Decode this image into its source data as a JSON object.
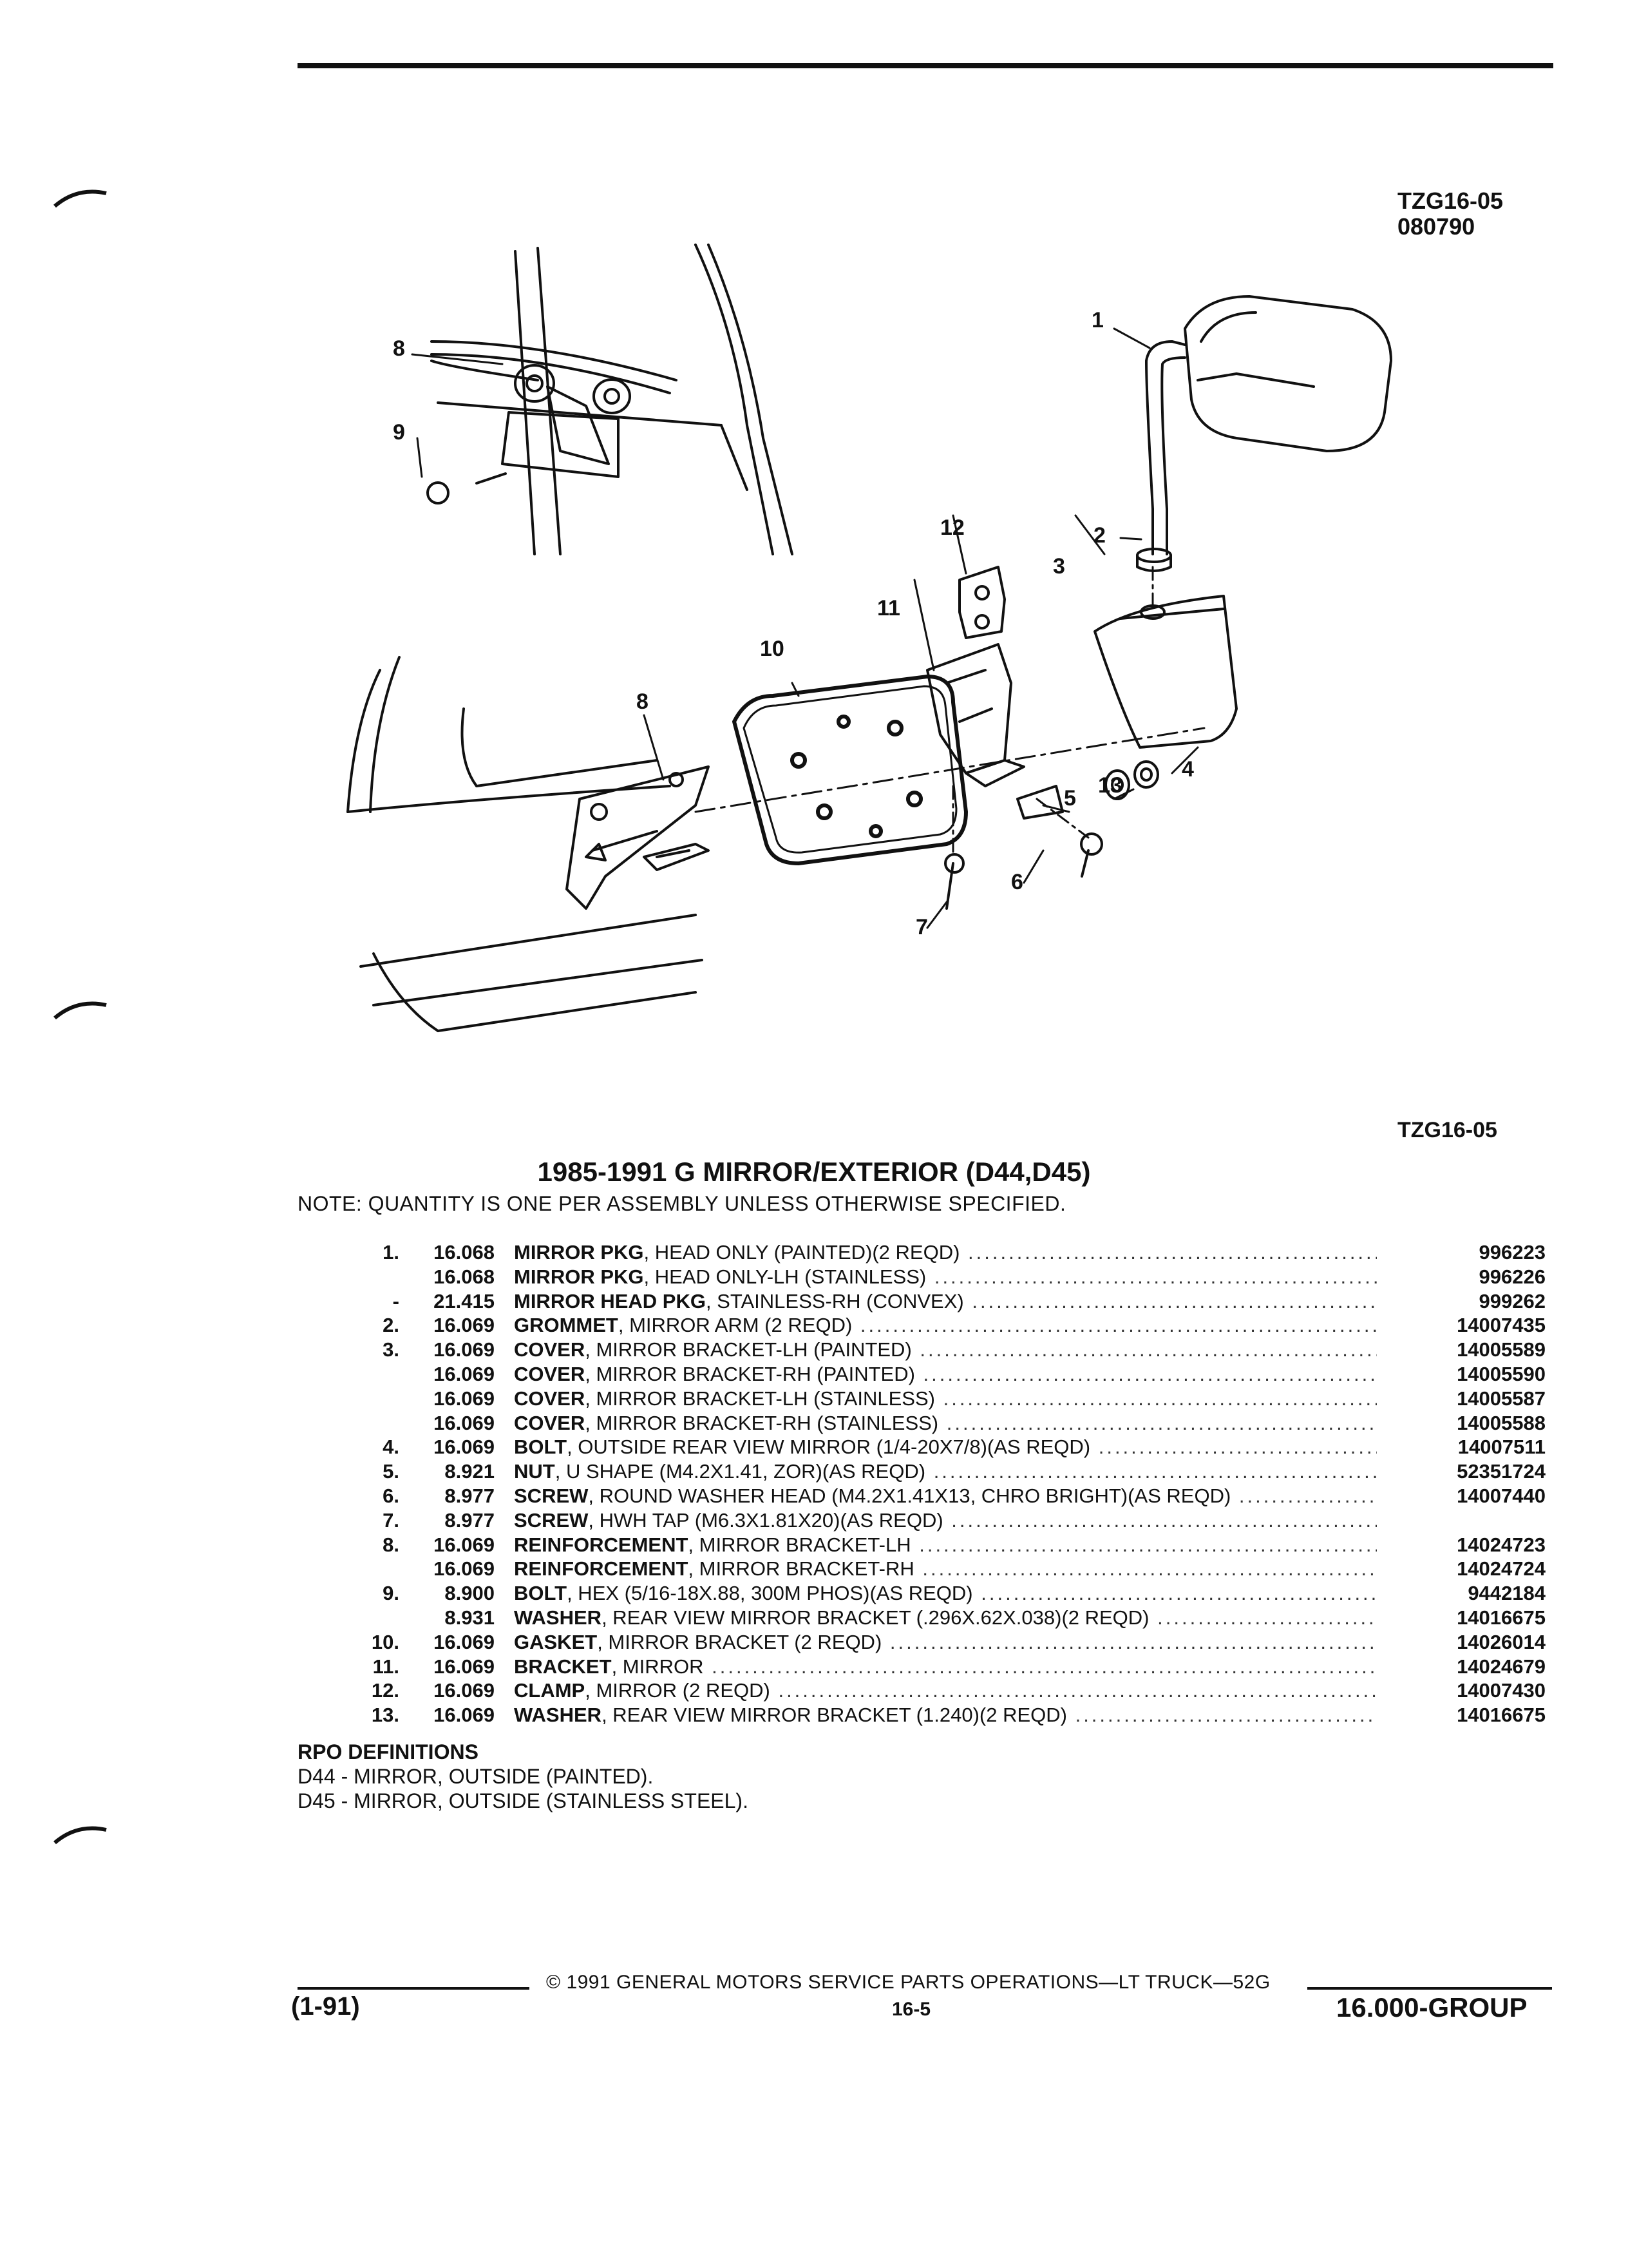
{
  "header": {
    "code": "TZG16-05",
    "date_code": "080790"
  },
  "figure": {
    "code": "TZG16-05",
    "callouts": [
      "1",
      "2",
      "3",
      "4",
      "5",
      "6",
      "7",
      "8",
      "9",
      "10",
      "11",
      "12",
      "13",
      "8"
    ]
  },
  "title": "1985-1991 G MIRROR/EXTERIOR (D44,D45)",
  "note": "NOTE:  QUANTITY IS ONE PER ASSEMBLY UNLESS OTHERWISE SPECIFIED.",
  "parts": [
    {
      "idx": "1.",
      "grp": "16.068",
      "name": "MIRROR PKG",
      "detail": ", HEAD ONLY (PAINTED)(2 REQD)",
      "pn": "996223"
    },
    {
      "idx": "",
      "grp": "16.068",
      "name": "MIRROR PKG",
      "detail": ", HEAD ONLY-LH (STAINLESS)",
      "pn": "996226"
    },
    {
      "idx": "-",
      "grp": "21.415",
      "name": "MIRROR HEAD PKG",
      "detail": ", STAINLESS-RH (CONVEX)",
      "pn": "999262"
    },
    {
      "idx": "2.",
      "grp": "16.069",
      "name": "GROMMET",
      "detail": ", MIRROR ARM (2 REQD)",
      "pn": "14007435"
    },
    {
      "idx": "3.",
      "grp": "16.069",
      "name": "COVER",
      "detail": ", MIRROR BRACKET-LH (PAINTED)",
      "pn": "14005589"
    },
    {
      "idx": "",
      "grp": "16.069",
      "name": "COVER",
      "detail": ", MIRROR BRACKET-RH (PAINTED)",
      "pn": "14005590"
    },
    {
      "idx": "",
      "grp": "16.069",
      "name": "COVER",
      "detail": ", MIRROR BRACKET-LH (STAINLESS)",
      "pn": "14005587"
    },
    {
      "idx": "",
      "grp": "16.069",
      "name": "COVER",
      "detail": ", MIRROR BRACKET-RH (STAINLESS)",
      "pn": "14005588"
    },
    {
      "idx": "4.",
      "grp": "16.069",
      "name": "BOLT",
      "detail": ", OUTSIDE REAR VIEW MIRROR (1/4-20X7/8)(AS REQD)",
      "pn": "14007511"
    },
    {
      "idx": "5.",
      "grp": "8.921",
      "name": "NUT",
      "detail": ", U SHAPE (M4.2X1.41, ZOR)(AS REQD)",
      "pn": "52351724"
    },
    {
      "idx": "6.",
      "grp": "8.977",
      "name": "SCREW",
      "detail": ", ROUND WASHER HEAD (M4.2X1.41X13, CHRO BRIGHT)(AS REQD)",
      "pn": "14007440"
    },
    {
      "idx": "7.",
      "grp": "8.977",
      "name": "SCREW",
      "detail": ", HWH TAP (M6.3X1.81X20)(AS REQD)",
      "pn": ""
    },
    {
      "idx": "8.",
      "grp": "16.069",
      "name": "REINFORCEMENT",
      "detail": ", MIRROR BRACKET-LH",
      "pn": "14024723"
    },
    {
      "idx": "",
      "grp": "16.069",
      "name": "REINFORCEMENT",
      "detail": ", MIRROR BRACKET-RH",
      "pn": "14024724"
    },
    {
      "idx": "9.",
      "grp": "8.900",
      "name": "BOLT",
      "detail": ", HEX (5/16-18X.88, 300M PHOS)(AS REQD)",
      "pn": "9442184"
    },
    {
      "idx": "",
      "grp": "8.931",
      "name": "WASHER",
      "detail": ", REAR VIEW MIRROR BRACKET (.296X.62X.038)(2 REQD)",
      "pn": "14016675"
    },
    {
      "idx": "10.",
      "grp": "16.069",
      "name": "GASKET",
      "detail": ", MIRROR BRACKET (2 REQD)",
      "pn": "14026014"
    },
    {
      "idx": "11.",
      "grp": "16.069",
      "name": "BRACKET",
      "detail": ", MIRROR",
      "pn": "14024679"
    },
    {
      "idx": "12.",
      "grp": "16.069",
      "name": "CLAMP",
      "detail": ", MIRROR (2 REQD)",
      "pn": "14007430"
    },
    {
      "idx": "13.",
      "grp": "16.069",
      "name": "WASHER",
      "detail": ", REAR VIEW MIRROR BRACKET (1.240)(2 REQD)",
      "pn": "14016675"
    }
  ],
  "rpo": {
    "heading": "RPO DEFINITIONS",
    "lines": [
      "D44 - MIRROR, OUTSIDE (PAINTED).",
      "D45 - MIRROR, OUTSIDE (STAINLESS STEEL)."
    ]
  },
  "footer": {
    "copyright": "©  1991  GENERAL MOTORS SERVICE PARTS OPERATIONS—LT TRUCK—52G",
    "revision": "(1-91)",
    "page": "16-5",
    "group": "16.000-GROUP"
  }
}
